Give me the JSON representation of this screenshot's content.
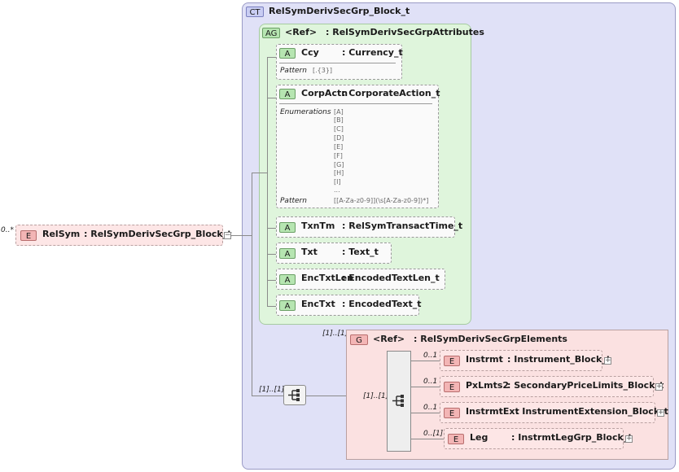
{
  "root": {
    "multiplicity": "0..*",
    "badge": "E",
    "name": "RelSym",
    "type": ": RelSymDerivSecGrp_Block_t",
    "collapse": "−"
  },
  "complex_type": {
    "badge": "CT",
    "name": "RelSymDerivSecGrp_Block_t"
  },
  "attribute_group": {
    "badge": "AG",
    "ref": "<Ref>",
    "type": ": RelSymDerivSecGrpAttributes"
  },
  "attributes": [
    {
      "badge": "A",
      "name": "Ccy",
      "type": ": Currency_t",
      "facet_label": "Pattern",
      "facet_value": "[.{3}]"
    },
    {
      "badge": "A",
      "name": "CorpActn",
      "type": ": CorporateAction_t",
      "enum_label": "Enumerations",
      "enums": [
        "[A]",
        "[B]",
        "[C]",
        "[D]",
        "[E]",
        "[F]",
        "[G]",
        "[H]",
        "[I]",
        "..."
      ],
      "facet_label": "Pattern",
      "facet_value": "[[A-Za-z0-9]](\\s[A-Za-z0-9])*]"
    },
    {
      "badge": "A",
      "name": "TxnTm",
      "type": ": RelSymTransactTime_t"
    },
    {
      "badge": "A",
      "name": "Txt",
      "type": ": Text_t"
    },
    {
      "badge": "A",
      "name": "EncTxtLen",
      "type": ": EncodedTextLen_t"
    },
    {
      "badge": "A",
      "name": "EncTxt",
      "type": ": EncodedText_t"
    }
  ],
  "sequence": {
    "multiplicity": "[1]..[1]"
  },
  "group": {
    "multiplicity": "[1]..[1]",
    "badge": "G",
    "ref": "<Ref>",
    "type": ": RelSymDerivSecGrpElements",
    "inner_multiplicity": "[1]..[1]"
  },
  "elements": [
    {
      "multiplicity": "0..1",
      "badge": "E",
      "name": "Instrmt",
      "type": ": Instrument_Block_t",
      "expand": "+"
    },
    {
      "multiplicity": "0..1",
      "badge": "E",
      "name": "PxLmts2",
      "type": ": SecondaryPriceLimits_Block_t",
      "expand": "+"
    },
    {
      "multiplicity": "0..1",
      "badge": "E",
      "name": "InstrmtExt",
      "type": ": InstrumentExtension_Block_t",
      "expand": "+"
    },
    {
      "multiplicity": "0..[1]",
      "badge": "E",
      "name": "Leg",
      "type": ": InstrmtLegGrp_Block_t",
      "expand": "+"
    }
  ]
}
